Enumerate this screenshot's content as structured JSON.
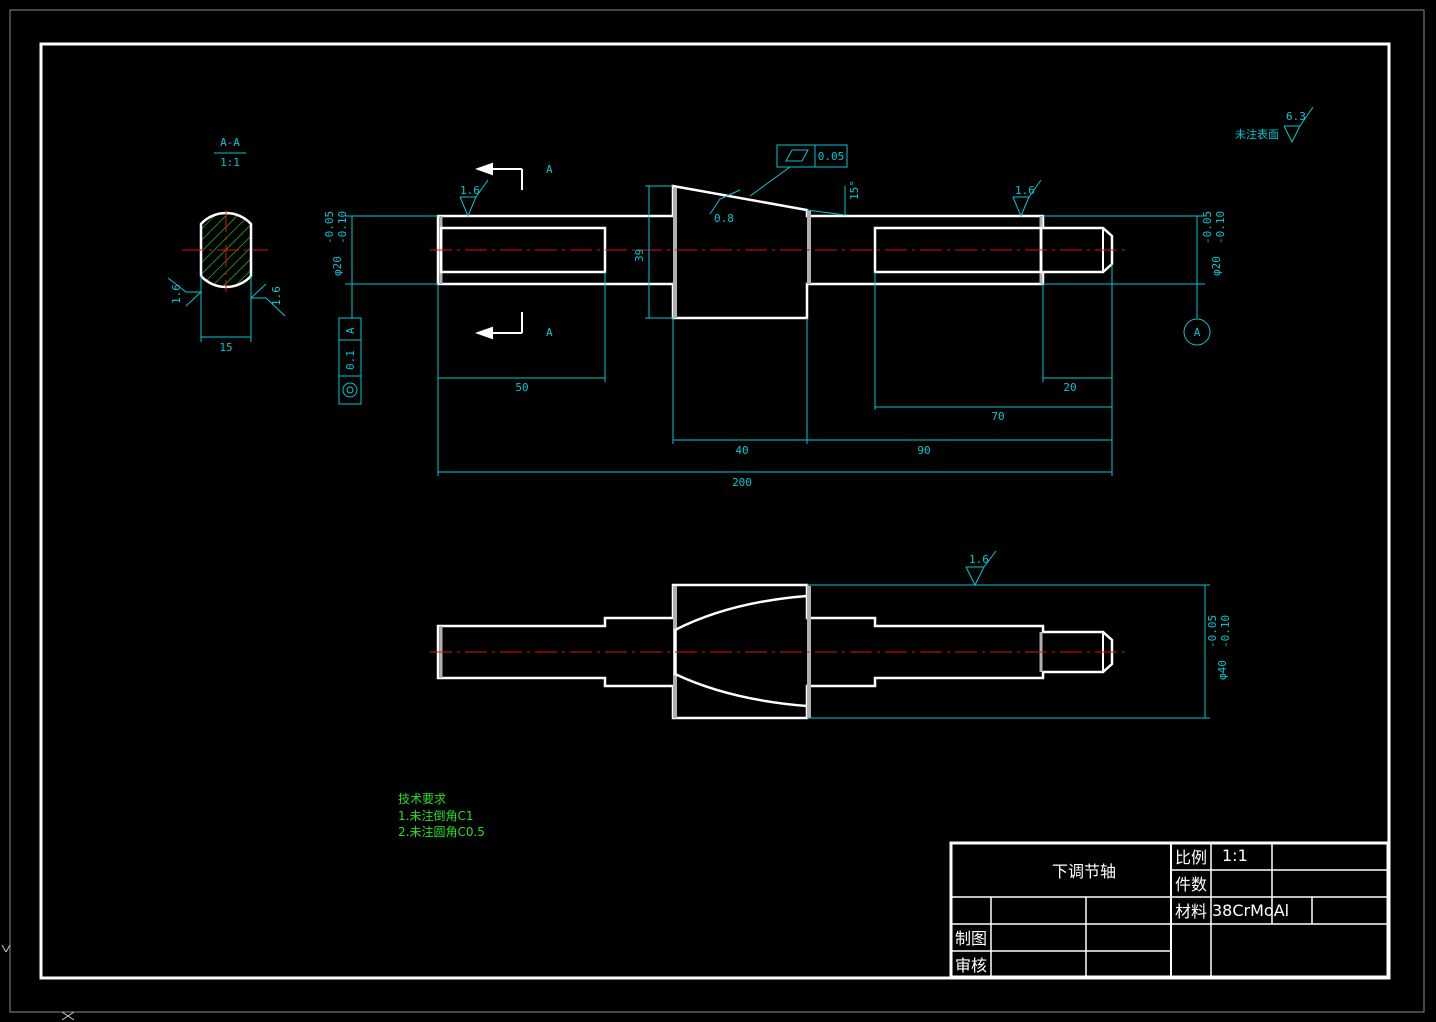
{
  "section_view": {
    "label": "A-A",
    "scale": "1:1",
    "width_dim": "15",
    "roughness_left": "1.6",
    "roughness_right": "1.6"
  },
  "section_marks": {
    "top": "A",
    "bottom": "A"
  },
  "datum": {
    "label": "A"
  },
  "general_roughness": {
    "text": "未注表面",
    "value": "6.3"
  },
  "tolerances": {
    "flatness_value": "0.05",
    "runout_value": "0.1",
    "runout_datum": "A",
    "dia20_left": "φ20",
    "dia20_left_upper": "-0.05",
    "dia20_left_lower": "-0.10",
    "dia20_right": "φ20",
    "dia20_right_upper": "-0.05",
    "dia20_right_lower": "-0.10",
    "dia40": "φ40",
    "dia40_upper": "-0.05",
    "dia40_lower": "-0.10"
  },
  "roughness": {
    "left_shaft": "1.6",
    "right_shaft": "1.6",
    "taper": "0.8",
    "lower_view": "1.6"
  },
  "dimensions": {
    "d50": "50",
    "d40": "40",
    "d90": "90",
    "d200": "200",
    "d70": "70",
    "d20": "20",
    "d39": "39",
    "angle": "15°"
  },
  "tech_requirements": {
    "title": "技术要求",
    "line1": "1.未注倒角C1",
    "line2": "2.未注圆角C0.5"
  },
  "title_block": {
    "part_name": "下调节轴",
    "scale_label": "比例",
    "scale_value": "1:1",
    "quantity_label": "件数",
    "material_label": "材料",
    "material_value": "38CrMoAl",
    "drawn_label": "制图",
    "checked_label": "审核"
  },
  "colors": {
    "background": "#000000",
    "outline": "#ffffff",
    "dimension": "#00c8d2",
    "centerline": "#e01010",
    "note": "#22e022"
  }
}
